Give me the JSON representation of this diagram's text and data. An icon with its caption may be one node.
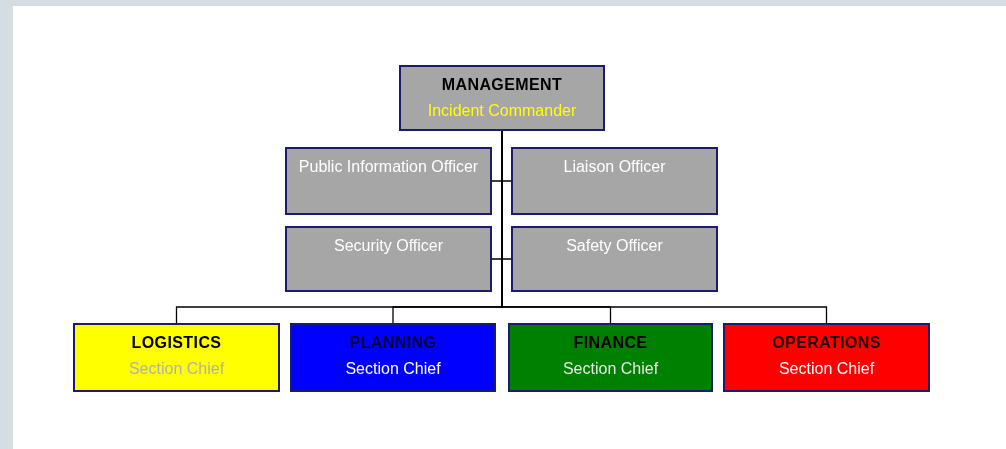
{
  "diagram": {
    "nodes": [
      {
        "text": [
          "MANAGEMENT",
          "Incident Commander"
        ]
      },
      {
        "text": [
          "Public Information Officer"
        ]
      },
      {
        "text": [
          "Liaison Officer"
        ]
      },
      {
        "text": [
          "Security Officer"
        ]
      },
      {
        "text": [
          "Safety Officer"
        ]
      },
      {
        "text": [
          "LOGISTICS",
          "Section Chief"
        ]
      },
      {
        "text": [
          "PLANNING",
          "Section Chief"
        ]
      },
      {
        "text": [
          "FINANCE",
          "Section Chief"
        ]
      },
      {
        "text": [
          "OPERATIONS",
          "Section Chief"
        ]
      }
    ],
    "edges": [
      {
        "from": 0,
        "to": 1,
        "arrow": "none"
      },
      {
        "from": 0,
        "to": 2,
        "arrow": "none"
      },
      {
        "from": 0,
        "to": 3,
        "arrow": "none"
      },
      {
        "from": 0,
        "to": 4,
        "arrow": "none"
      },
      {
        "from": 0,
        "to": 5,
        "arrow": "none"
      },
      {
        "from": 0,
        "to": 6,
        "arrow": "none"
      },
      {
        "from": 0,
        "to": 7,
        "arrow": "none"
      },
      {
        "from": 0,
        "to": 8,
        "arrow": "none"
      }
    ]
  }
}
